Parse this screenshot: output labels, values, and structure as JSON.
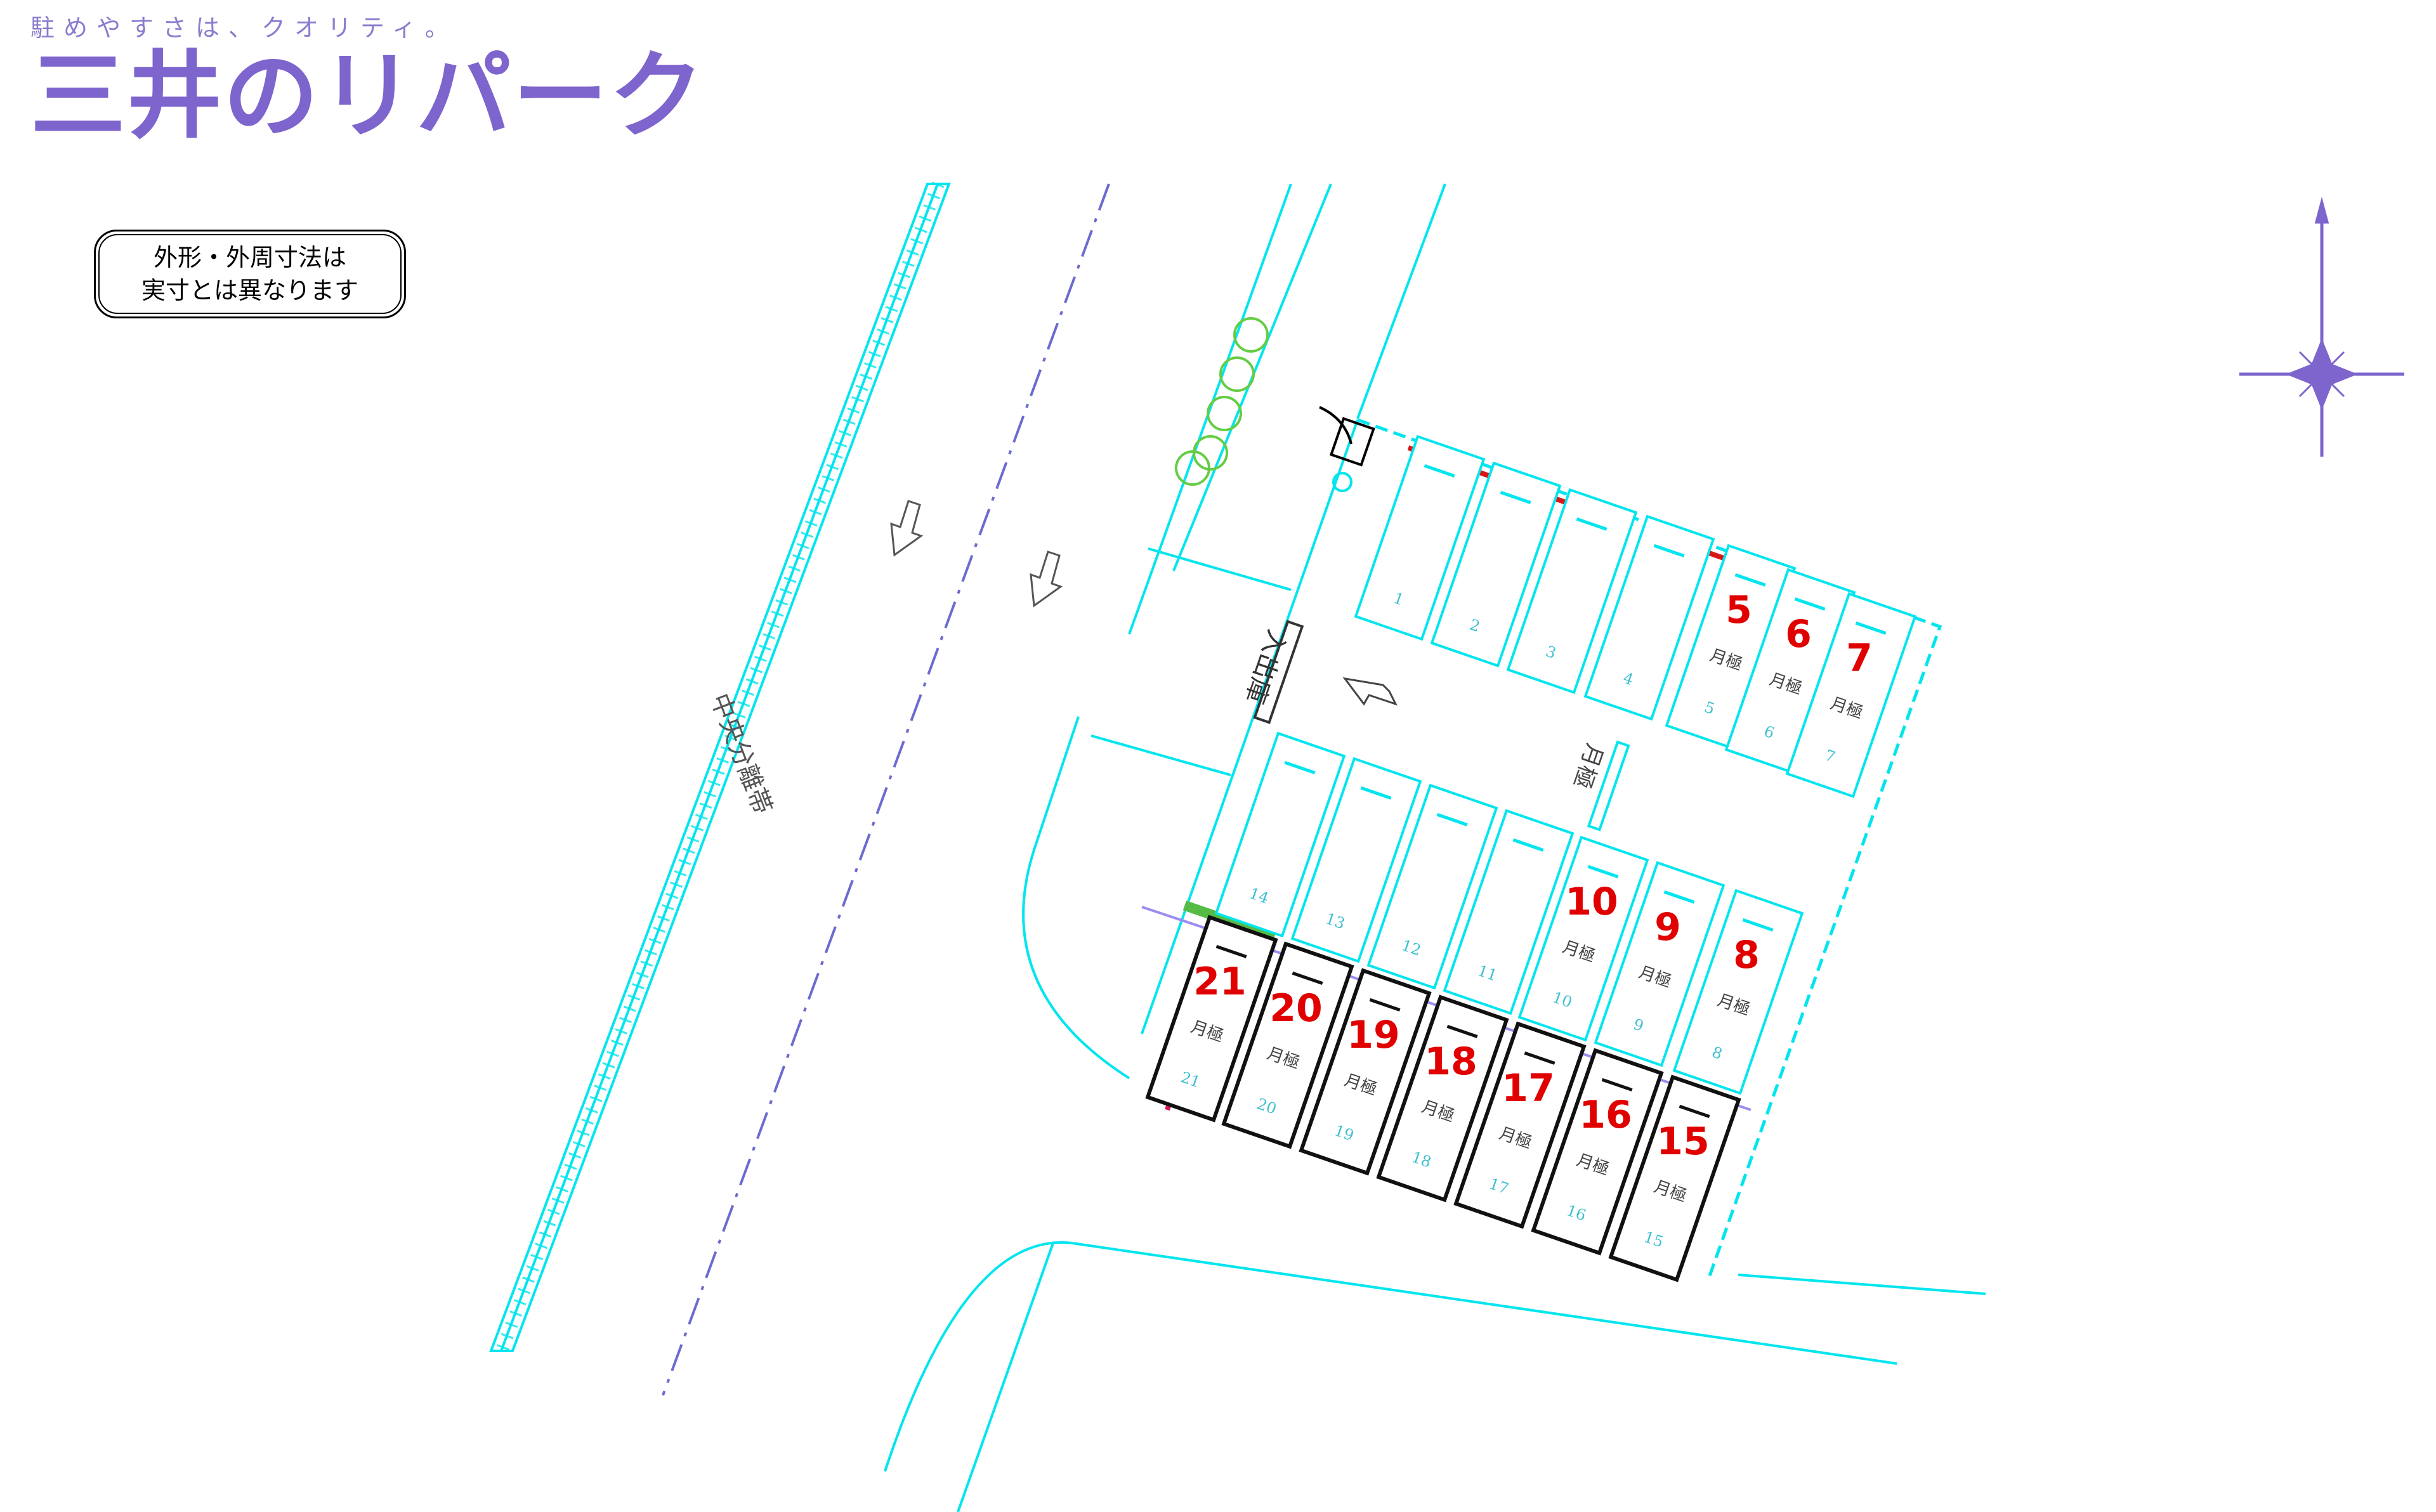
{
  "brand": {
    "tagline": "駐めやすさは、クオリティ。",
    "name": "三井のリパーク",
    "tagline_color": "#8c7ccd",
    "name_color": "#7e64cd"
  },
  "notice": {
    "line1": "外形・外周寸法は",
    "line2": "実寸とは異なります"
  },
  "map": {
    "median_label": "中央分離帯",
    "entrance_label": "入出庫",
    "monthly_label": "月極",
    "line_color": "#00e5ee",
    "accent_red": "#d81818",
    "accent_purple": "#7e64cd"
  },
  "spaces": {
    "s1": {
      "number": "1",
      "label": ""
    },
    "s2": {
      "number": "2",
      "label": ""
    },
    "s3": {
      "number": "3",
      "label": ""
    },
    "s4": {
      "number": "4",
      "label": ""
    },
    "s5": {
      "number": "5",
      "label": "月極"
    },
    "s6": {
      "number": "6",
      "label": "月極"
    },
    "s7": {
      "number": "7",
      "label": "月極"
    },
    "s8": {
      "number": "8",
      "label": "月極"
    },
    "s9": {
      "number": "9",
      "label": "月極"
    },
    "s10": {
      "number": "10",
      "label": "月極"
    },
    "s11": {
      "number": "11",
      "label": ""
    },
    "s12": {
      "number": "12",
      "label": ""
    },
    "s13": {
      "number": "13",
      "label": ""
    },
    "s14": {
      "number": "14",
      "label": ""
    },
    "s15": {
      "number": "15",
      "label": "月極"
    },
    "s16": {
      "number": "16",
      "label": "月極"
    },
    "s17": {
      "number": "17",
      "label": "月極"
    },
    "s18": {
      "number": "18",
      "label": "月極"
    },
    "s19": {
      "number": "19",
      "label": "月極"
    },
    "s20": {
      "number": "20",
      "label": "月極"
    },
    "s21": {
      "number": "21",
      "label": "月極"
    }
  }
}
